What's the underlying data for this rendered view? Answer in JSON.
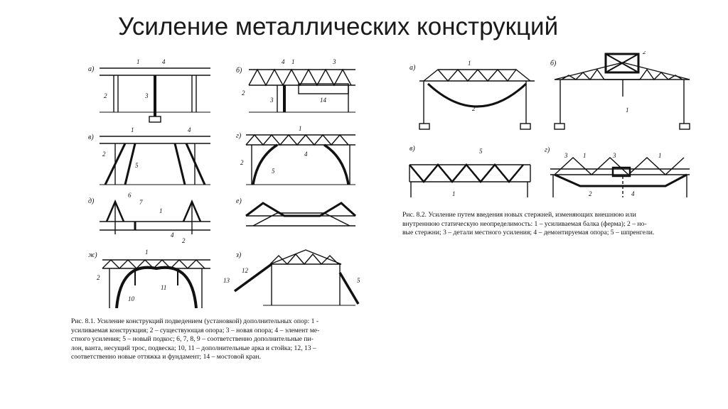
{
  "slide": {
    "title": "Усиление металлических конструкций"
  },
  "figure1": {
    "panels": [
      {
        "letter": "а)",
        "labels": [
          "1",
          "4",
          "2",
          "3"
        ]
      },
      {
        "letter": "б)",
        "labels": [
          "4",
          "1",
          "3",
          "2",
          "3",
          "14"
        ]
      },
      {
        "letter": "в)",
        "labels": [
          "1",
          "4",
          "2",
          "5"
        ]
      },
      {
        "letter": "г)",
        "labels": [
          "1",
          "4",
          "2",
          "5"
        ]
      },
      {
        "letter": "д)",
        "labels": [
          "6",
          "7",
          "1",
          "4",
          "2"
        ]
      },
      {
        "letter": "е)",
        "labels": []
      },
      {
        "letter": "ж)",
        "labels": [
          "1",
          "2",
          "10",
          "11"
        ]
      },
      {
        "letter": "з)",
        "labels": [
          "12",
          "13",
          "5"
        ]
      }
    ],
    "caption_lines": [
      "Рис. 8.1. Усиление конструкций подведением (установкой) дополнительных опор: 1 -",
      "усиливаемая конструкция;  2 – существующая опора; 3 – новая опора; 4 – элемент ме-",
      "стного усиления; 5 – новый подкос; 6, 7, 8, 9 – соответственно дополнительные пи-",
      "лон, ванта, несущий трос, подвеска; 10, 11 – дополнительные арка и стойка; 12, 13 –",
      "соответственно новые оттяжка и фундамент; 14 – мостовой кран."
    ]
  },
  "figure2": {
    "panels": [
      {
        "letter": "а)",
        "labels": [
          "1",
          "2"
        ]
      },
      {
        "letter": "б)",
        "labels": [
          "2",
          "1"
        ]
      },
      {
        "letter": "в)",
        "labels": [
          "5",
          "1"
        ]
      },
      {
        "letter": "г)",
        "labels": [
          "3",
          "1",
          "3",
          "1",
          "2",
          "4"
        ]
      }
    ],
    "caption_lines": [
      "Рис. 8.2. Усиление путем введения новых стержней, изменяющих внешнюю или",
      "внутреннюю статическую неопределимость: 1 – усиливаемая балка (ферма); 2 – но-",
      "вые стержни; 3 – детали местного усиления; 4 – демонтируемая опора; 5 – шпренгели."
    ]
  }
}
